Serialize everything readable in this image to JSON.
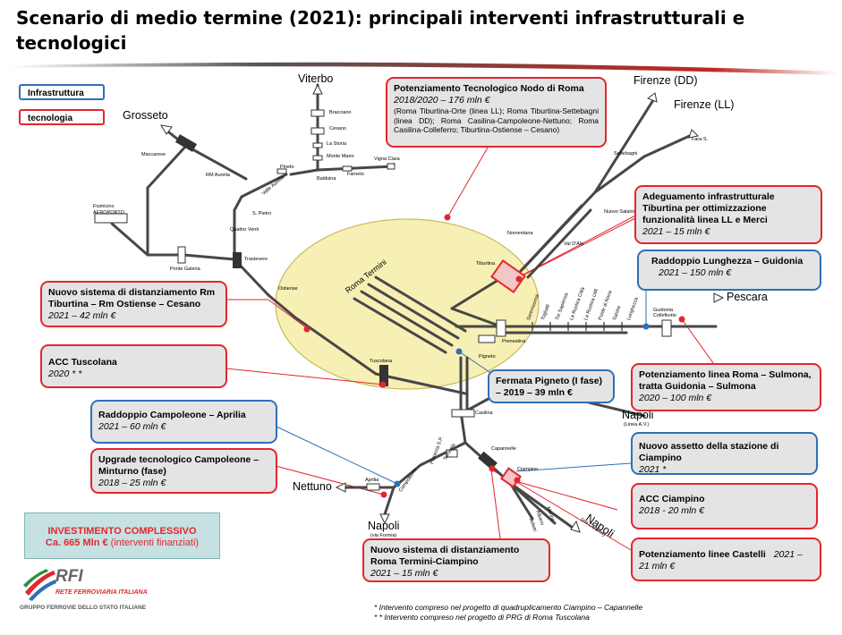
{
  "title": "Scenario di medio termine (2021):  principali interventi infrastrutturali e tecnologici",
  "legend": {
    "infrastruttura": "Infrastruttura",
    "tecnologia": "tecnologia"
  },
  "destinations": {
    "viterbo": "Viterbo",
    "grosseto": "Grosseto",
    "firenze_dd": "Firenze (DD)",
    "firenze_ll": "Firenze (LL)",
    "pescara": "Pescara",
    "nettuno": "Nettuno",
    "napoli_formia": "Napoli",
    "napoli_formia_sub": "(via Formia)",
    "napoli_cassino": "Napoli",
    "napoli_cassino_sub": "(via Cassino)",
    "napoli_av": "Napoli",
    "napoli_av_sub": "(Linea A.V.)"
  },
  "stations": {
    "roma_termini": "Roma Termini",
    "tiburtina": "Tiburtina",
    "ostiense": "Ostiense",
    "tuscolana": "Tuscolana",
    "prenestina": "Prenestina",
    "pigneto": "Pigneto",
    "casilina": "Casilina",
    "capannelle": "Capannelle",
    "ciampino": "Ciampino",
    "campoleone": "Campoleone",
    "aprilia": "Aprilia",
    "torricola": "Torricola",
    "pomezia": "Pomezia S.P.",
    "maccarese": "Maccarese",
    "fiumicino": "Fiumicino AEROPORTO",
    "rm_aurelia": "RM Aurelia",
    "ponte_galeria": "Ponte Galeria",
    "trastevere": "Trastevere",
    "quattro_venti": "Quattro Venti",
    "s_pietro": "S. Pietro",
    "valle_aurelia": "Valle Aurelia",
    "pineto": "Pineto",
    "balduina": "Balduina",
    "monte_mario": "Monte Mario",
    "la_storia": "La Storia",
    "cesano": "Cesano",
    "bracciano": "Bracciano",
    "vigna_clara": "Vigna Clara",
    "farneto": "Farneto",
    "settebagni": "Settebagni",
    "fara_s": "Fara S.",
    "nuovo_salario": "Nuovo Salario",
    "nomentana": "Nomentana",
    "val_d_ala": "Val D'Ala",
    "guidonia": "Guidonia Collefiorito",
    "marino": "Marino",
    "albano": "Albano",
    "velletri": "Velletri"
  },
  "fl2_stations": [
    "Serenissima",
    "Togliatti",
    "Tor Sapienza",
    "La Rustica Città",
    "La Rustica UIR",
    "Ponte di Nona",
    "Salone",
    "Lunghezza"
  ],
  "boxes": [
    {
      "id": "potenziamento-nodo",
      "title": "Potenziamento Tecnologico Nodo di Roma",
      "sub": "2018/2020 – 176 mln €",
      "desc": "(Roma Tiburtina-Orte (linea LL); Roma Tiburtina-Settebagni (linea DD); Roma Casilina-Campoleone-Nettuno; Roma Casilina-Colleferro; Tiburtina-Ostiense – Cesano)"
    },
    {
      "id": "adeguamento-tiburtina",
      "title": "Adeguamento infrastrutturale Tiburtina per ottimizzazione funzionalità linea LL e Merci",
      "sub": "2021 – 15 mln €"
    },
    {
      "id": "raddoppio-lunghezza",
      "title": "Raddoppio Lunghezza – Guidonia",
      "sub": "2021 – 150 mln €"
    },
    {
      "id": "distanziamento-tiburtina",
      "title": "Nuovo sistema di distanziamento Rm Tiburtina – Rm Ostiense – Cesano",
      "sub": "2021 – 42 mln €"
    },
    {
      "id": "acc-tuscolana",
      "title": "ACC Tuscolana",
      "sub": "2020 * *"
    },
    {
      "id": "fermata-pigneto",
      "title": "Fermata Pigneto (I fase) – 2019 – 39 mln €"
    },
    {
      "id": "potenziamento-sulmona",
      "title": "Potenziamento linea Roma – Sulmona, tratta Guidonia – Sulmona",
      "sub": "2020 – 100 mln €"
    },
    {
      "id": "raddoppio-campoleone",
      "title": "Raddoppio Campoleone – Aprilia",
      "sub": "2021 – 60 mln €"
    },
    {
      "id": "upgrade-campoleone",
      "title": "Upgrade tecnologico Campoleone – Minturno (fase)",
      "sub": "2018 – 25 mln €"
    },
    {
      "id": "assetto-ciampino",
      "title": "Nuovo assetto della stazione di Ciampino",
      "sub": "2021 *"
    },
    {
      "id": "acc-ciampino",
      "title": "ACC Ciampino",
      "sub": "2018 -  20 mln €"
    },
    {
      "id": "distanziamento-ciampino",
      "title": "Nuovo sistema di distanziamento Roma Termini-Ciampino",
      "sub": "2021 – 15 mln €"
    },
    {
      "id": "potenziamento-castelli",
      "title": "Potenziamento linee Castelli",
      "sub": "2021 – 21 mln €"
    }
  ],
  "investimento": {
    "line1": "INVESTIMENTO COMPLESSIVO",
    "line2_bold": "Ca. 665 Mln €",
    "line2_rest": " (interventi finanziati)"
  },
  "logo": {
    "name": "RFI",
    "sub": "RETE FERROVIARIA ITALIANA",
    "group": "GRUPPO FERROVIE DELLO STATO ITALIANE"
  },
  "notes": [
    "* Intervento compreso nel progetto di quadruplicamento Ciampino – Capannelle",
    "* * Intervento compreso nel progetto di PRG di Roma Tuscolana"
  ],
  "colors": {
    "red": "#e3262f",
    "blue": "#2f6fb7",
    "box_bg": "#e4e4e4",
    "oval_fill": "#f7f0b4",
    "oval_stroke": "#c9b85a",
    "track": "#474747",
    "inv_bg": "#c6e1e1"
  }
}
